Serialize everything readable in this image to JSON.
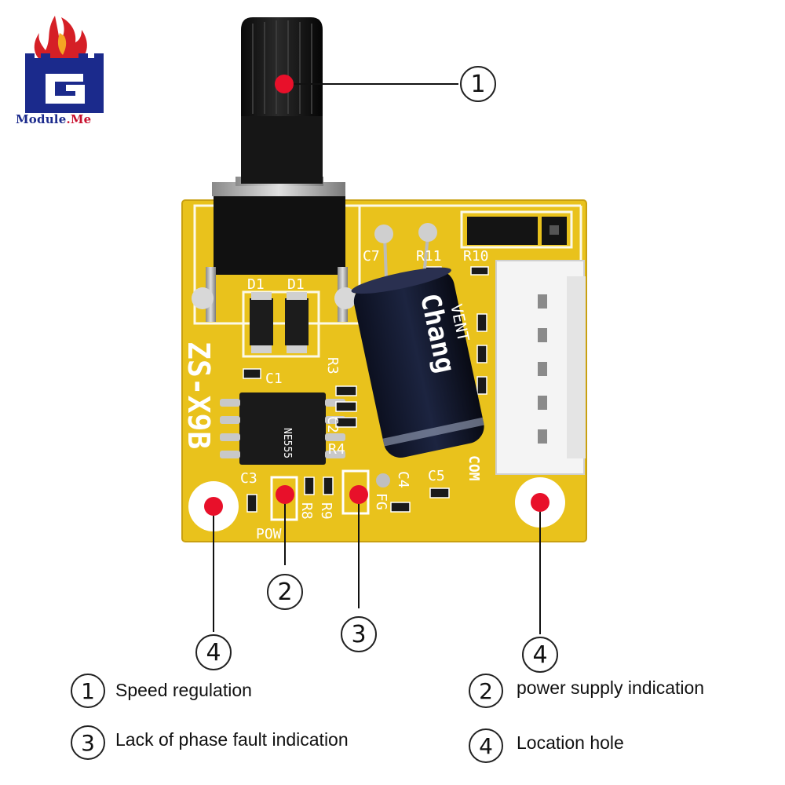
{
  "brand": {
    "name_main": "Module",
    "name_suffix": ".Me"
  },
  "callouts": [
    {
      "id": "1",
      "label": "1"
    },
    {
      "id": "2",
      "label": "2"
    },
    {
      "id": "3",
      "label": "3"
    },
    {
      "id": "4a",
      "label": "4"
    },
    {
      "id": "4b",
      "label": "4"
    }
  ],
  "legend": [
    {
      "number": "1",
      "text": "Speed regulation"
    },
    {
      "number": "2",
      "text": "power supply indication"
    },
    {
      "number": "3",
      "text": "Lack of phase fault indication"
    },
    {
      "number": "4",
      "text": "Location hole"
    }
  ],
  "board_silkscreen": {
    "model": "ZS-X9B",
    "d1a": "D1",
    "d1b": "D1",
    "c1": "C1",
    "c2": "C2",
    "c3": "C3",
    "c4": "C4",
    "c5": "C5",
    "c7": "C7",
    "r3": "R3",
    "r4": "R4",
    "r8": "R8",
    "r9": "R9",
    "r11": "R11",
    "r10": "R10",
    "fg": "FG",
    "com": "COM",
    "pow": "POW",
    "chip": "NE555",
    "cap_brand": "Chang",
    "cap_brand2": "VENT"
  },
  "colors": {
    "pcb": "#e9c21c",
    "marker": "#e8102a",
    "ink": "#111111"
  }
}
